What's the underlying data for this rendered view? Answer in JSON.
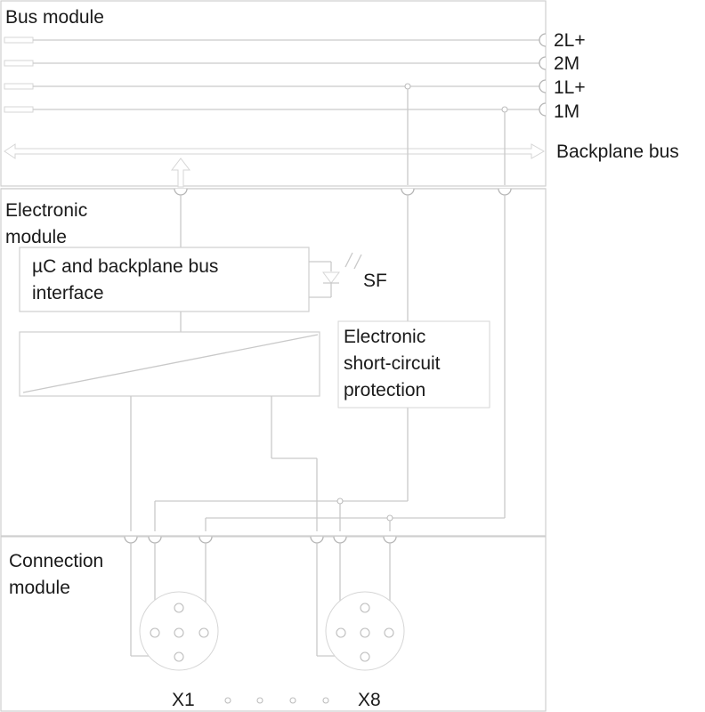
{
  "bus_module": {
    "title": "Bus module",
    "terminals": [
      "2L+",
      "2M",
      "1L+",
      "1M"
    ],
    "backplane_label": "Backplane bus"
  },
  "electronic_module": {
    "title_line1": "Electronic",
    "title_line2": "module",
    "uc_line1": "µC and backplane bus",
    "uc_line2": "interface",
    "sf_label": "SF",
    "protection_line1": "Electronic",
    "protection_line2": "short-circuit",
    "protection_line3": "protection"
  },
  "connection_module": {
    "title_line1": "Connection",
    "title_line2": "module",
    "connector_first": "X1",
    "connector_last": "X8"
  }
}
